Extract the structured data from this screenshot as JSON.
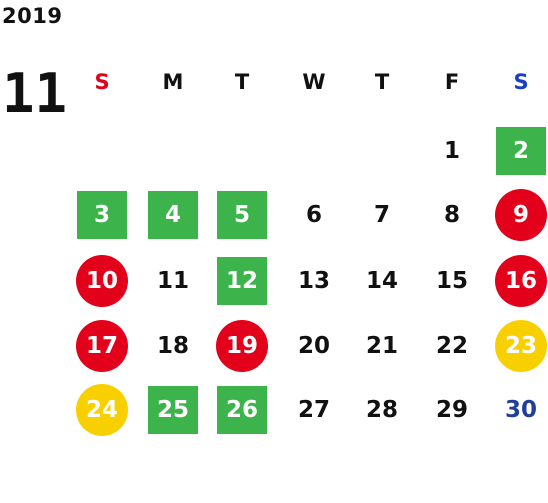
{
  "calendar": {
    "year": "2019",
    "month": "11",
    "weekdays": [
      {
        "label": "S",
        "color": "#e2001a"
      },
      {
        "label": "M",
        "color": "#111111"
      },
      {
        "label": "T",
        "color": "#111111"
      },
      {
        "label": "W",
        "color": "#111111"
      },
      {
        "label": "T",
        "color": "#111111"
      },
      {
        "label": "F",
        "color": "#111111"
      },
      {
        "label": "S",
        "color": "#1a3fc4"
      }
    ],
    "weeks": [
      [
        {
          "day": ""
        },
        {
          "day": ""
        },
        {
          "day": ""
        },
        {
          "day": ""
        },
        {
          "day": ""
        },
        {
          "day": "1",
          "style": "plain"
        },
        {
          "day": "2",
          "style": "green"
        }
      ],
      [
        {
          "day": "3",
          "style": "green"
        },
        {
          "day": "4",
          "style": "green"
        },
        {
          "day": "5",
          "style": "green"
        },
        {
          "day": "6",
          "style": "plain"
        },
        {
          "day": "7",
          "style": "plain"
        },
        {
          "day": "8",
          "style": "plain"
        },
        {
          "day": "9",
          "style": "red"
        }
      ],
      [
        {
          "day": "10",
          "style": "red"
        },
        {
          "day": "11",
          "style": "plain"
        },
        {
          "day": "12",
          "style": "green"
        },
        {
          "day": "13",
          "style": "plain"
        },
        {
          "day": "14",
          "style": "plain"
        },
        {
          "day": "15",
          "style": "plain"
        },
        {
          "day": "16",
          "style": "red"
        }
      ],
      [
        {
          "day": "17",
          "style": "red"
        },
        {
          "day": "18",
          "style": "plain"
        },
        {
          "day": "19",
          "style": "red"
        },
        {
          "day": "20",
          "style": "plain"
        },
        {
          "day": "21",
          "style": "plain"
        },
        {
          "day": "22",
          "style": "plain"
        },
        {
          "day": "23",
          "style": "yellow"
        }
      ],
      [
        {
          "day": "24",
          "style": "yellow"
        },
        {
          "day": "25",
          "style": "green"
        },
        {
          "day": "26",
          "style": "green"
        },
        {
          "day": "27",
          "style": "plain"
        },
        {
          "day": "28",
          "style": "plain"
        },
        {
          "day": "29",
          "style": "plain"
        },
        {
          "day": "30",
          "style": "blue-text"
        }
      ]
    ],
    "colors": {
      "green": "#3cb44b",
      "red": "#e2001a",
      "yellow": "#f8d000",
      "saturday_blue": "#1a3fc4",
      "day30_blue": "#1f3f9a"
    }
  }
}
